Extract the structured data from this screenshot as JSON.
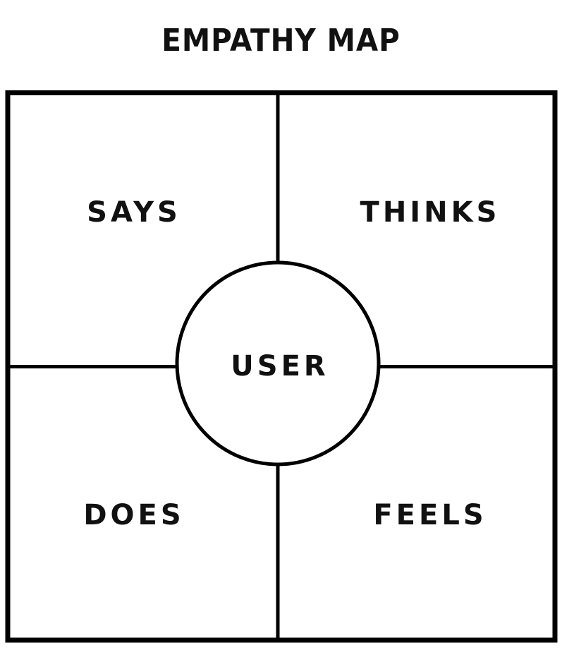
{
  "title": "EMPATHY MAP",
  "quadrants": {
    "top_left": "SAYS",
    "top_right": "THINKS",
    "bottom_left": "DOES",
    "bottom_right": "FEELS"
  },
  "center": "USER",
  "colors": {
    "stroke": "#000000",
    "background": "#ffffff",
    "text": "#111111"
  }
}
